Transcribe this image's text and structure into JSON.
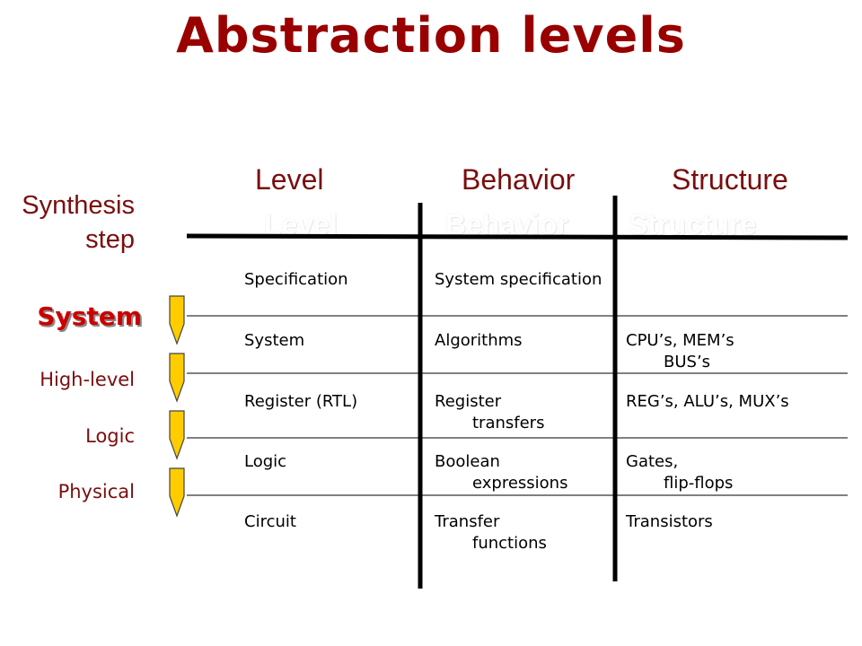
{
  "title": "Abstraction levels",
  "columns": {
    "level": "Level",
    "behavior": "Behavior",
    "structure": "Structure"
  },
  "synthesis_step": {
    "line1": "Synthesis",
    "line2": "step"
  },
  "steps": [
    "System",
    "High-level",
    "Logic",
    "Physical"
  ],
  "rows": [
    {
      "level": "Specification",
      "behavior": [
        "System specification"
      ],
      "structure": []
    },
    {
      "level": "System",
      "behavior": [
        "Algorithms"
      ],
      "structure": [
        "CPU’s, MEM’s",
        "BUS’s"
      ]
    },
    {
      "level": "Register (RTL)",
      "behavior": [
        "Register",
        "transfers"
      ],
      "structure": [
        "REG’s, ALU’s, MUX’s"
      ]
    },
    {
      "level": "Logic",
      "behavior": [
        "Boolean",
        "expressions"
      ],
      "structure": [
        "Gates,",
        "flip-flops"
      ]
    },
    {
      "level": "Circuit",
      "behavior": [
        "Transfer",
        "functions"
      ],
      "structure": [
        "Transistors"
      ]
    }
  ],
  "colors": {
    "title": "#990000",
    "header": "#7a0e0e",
    "system_step": "#cc0000",
    "arrow_fill": "#ffcc00"
  }
}
